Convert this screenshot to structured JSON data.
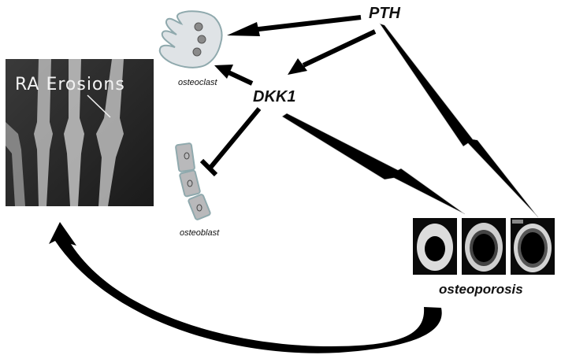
{
  "labels": {
    "pth": "PTH",
    "dkk1": "DKK1",
    "osteoclast": "osteoclast",
    "osteoblast": "osteoblast",
    "osteoporosis": "osteoporosis",
    "ra_erosions": "RA  Erosions"
  },
  "edges": [
    {
      "from": "PTH",
      "to": "osteoclast",
      "type": "activates"
    },
    {
      "from": "PTH",
      "to": "DKK1",
      "type": "activates"
    },
    {
      "from": "PTH",
      "to": "osteoporosis",
      "type": "activates"
    },
    {
      "from": "DKK1",
      "to": "osteoclast",
      "type": "activates"
    },
    {
      "from": "DKK1",
      "to": "osteoblast",
      "type": "inhibits"
    },
    {
      "from": "DKK1",
      "to": "osteoporosis",
      "type": "activates"
    },
    {
      "from": "osteoporosis",
      "to": "RA Erosions",
      "type": "activates"
    }
  ],
  "colors": {
    "cell_fill": "#dfe3e6",
    "cell_border": "#8fa9ad",
    "nucleus": "#8a8a8a",
    "osteoblast_fill": "#b9b9bb",
    "arrow": "#000000"
  }
}
